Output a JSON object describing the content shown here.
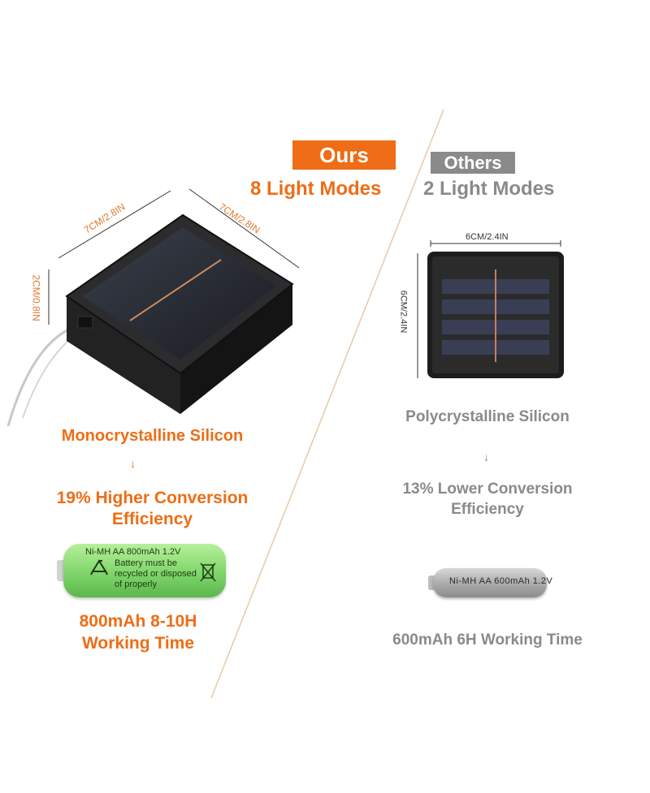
{
  "header": {
    "ours_label": "Ours",
    "others_label": "Others",
    "ours_modes": "8 Light Modes",
    "others_modes": "2 Light Modes"
  },
  "ours": {
    "dim_top_left": "7CM/2.8IN",
    "dim_top_right": "7CM/2.8IN",
    "dim_height": "2CM/0.8IN",
    "material": "Monocrystalline Silicon",
    "arrow": "↓",
    "conversion_line1": "19% Higher Conversion",
    "conversion_line2": "Efficiency",
    "battery_label_line1": "Ni-MH AA 800mAh 1.2V",
    "battery_label_line2": "Battery must be",
    "battery_label_line3": "recycled or disposed",
    "battery_label_line4": "of properly",
    "capacity_line1": "800mAh 8-10H",
    "capacity_line2": "Working Time"
  },
  "others": {
    "dim_width": "6CM/2.4IN",
    "dim_height": "6CM/2.4IN",
    "material": "Polycrystalline Silicon",
    "arrow": "↓",
    "conversion_line1": "13% Lower Conversion",
    "conversion_line2": "Efficiency",
    "battery_label": "Ni-MH AA 600mAh 1.2V",
    "capacity": "600mAh 6H Working Time"
  },
  "colors": {
    "accent_orange": "#ee6d16",
    "neutral_gray": "#8a8a8a"
  }
}
